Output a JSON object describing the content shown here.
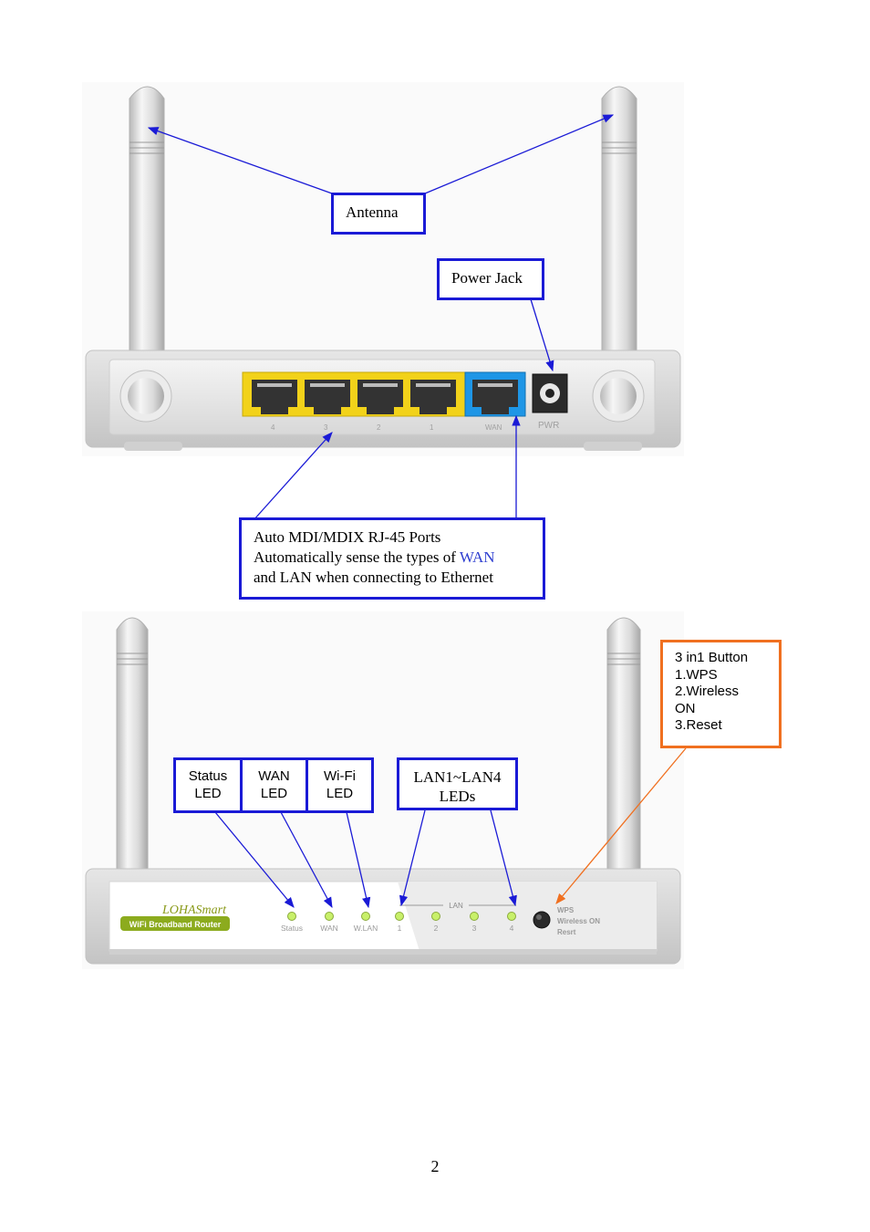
{
  "rear_view": {
    "callouts": {
      "antenna": "Antenna",
      "power_jack": "Power Jack",
      "ports_line1": "Auto MDI/MDIX RJ-45 Ports",
      "ports_line2_prefix": "Automatically sense the types of ",
      "ports_line2_wan": "WAN",
      "ports_line3": "and LAN when connecting to Ethernet"
    },
    "panel_labels": {
      "lan_ports": [
        "4",
        "3",
        "2",
        "1"
      ],
      "wan": "WAN",
      "pwr": "PWR"
    }
  },
  "front_view": {
    "callouts": {
      "status": [
        "Status",
        "LED"
      ],
      "wan": [
        "WAN",
        "LED"
      ],
      "wifi": [
        "Wi-Fi",
        "LED"
      ],
      "lan_leds": [
        "LAN1~LAN4",
        "LEDs"
      ],
      "button": [
        "3 in1 Button",
        "1.WPS",
        "2.Wireless",
        "ON",
        "3.Reset"
      ]
    },
    "panel": {
      "brand": "LOHASmart",
      "badge": "WiFi Broadband Router",
      "led_labels": [
        "Status",
        "WAN",
        "W.LAN",
        "1",
        "2",
        "3",
        "4"
      ],
      "lan_group": "LAN",
      "button_labels": [
        "WPS",
        "Wireless ON",
        "Resrt"
      ]
    }
  },
  "colors": {
    "callout_border": "#1a1ad6",
    "button_callout_border": "#f07020",
    "lan_port": "#f2d21a",
    "wan_port": "#1e96e6",
    "led": "#c8f06a"
  },
  "page_number": "2"
}
